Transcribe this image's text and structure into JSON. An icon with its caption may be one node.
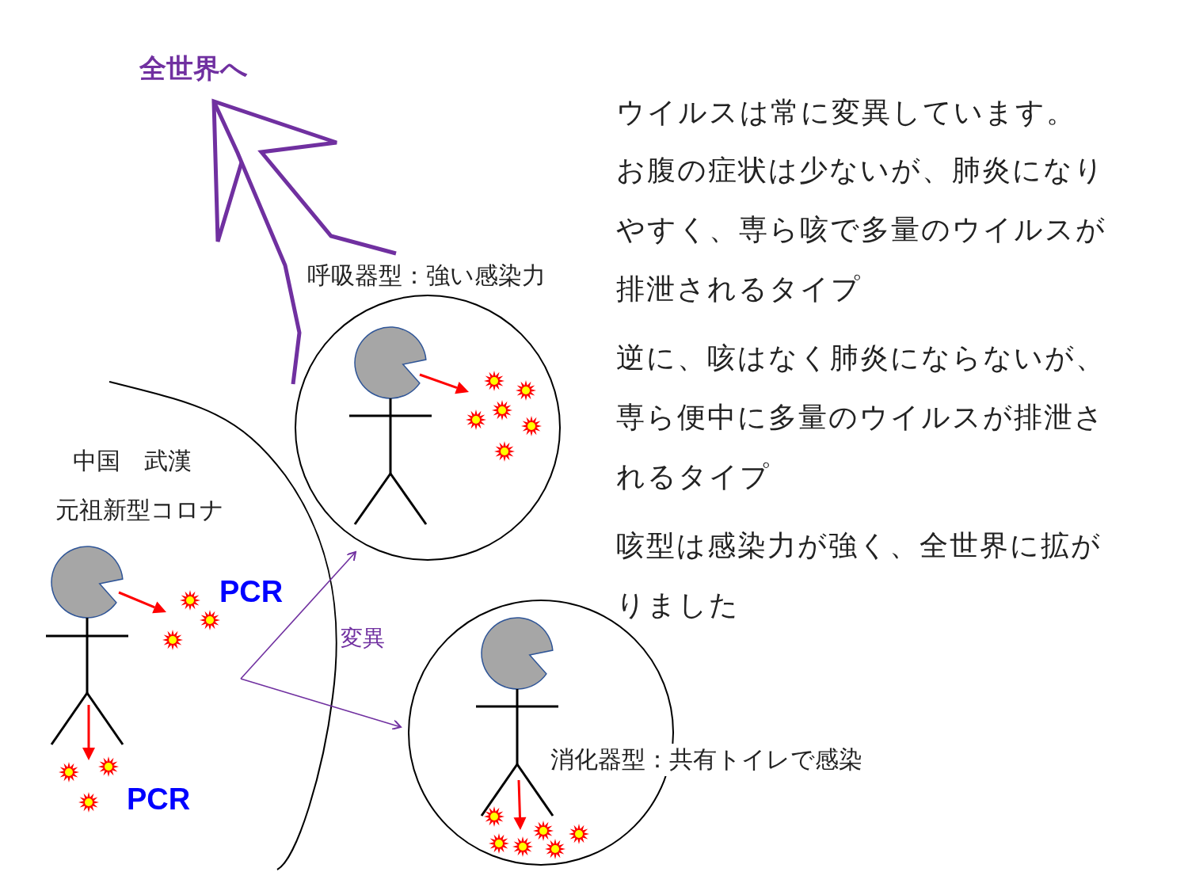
{
  "diagram": {
    "nodes": [
      {
        "text": [
          "全世界へ"
        ]
      },
      {
        "text": [
          "呼吸器型：強い感染力"
        ]
      },
      {
        "text": [],
        "shape": "person"
      },
      {
        "text": [
          "消化器型：共有トイレで感染"
        ]
      }
    ],
    "edges": [
      {
        "from": 1,
        "to": 0,
        "arrow": "to",
        "style": "thick"
      },
      {
        "from": 2,
        "to": 1,
        "arrow": "to",
        "label": "変異"
      },
      {
        "from": 2,
        "to": 3,
        "arrow": "to"
      }
    ],
    "labels": [
      "ウイルスは常に変異しています。",
      "お腹の症状は少ないが、肺炎になりやすく、専ら咳で多量のウイルスが排泄されるタイプ",
      "逆に、咳はなく肺炎にならないが、専ら便中に多量のウイルスが排泄されるタイプ",
      "咳型は感染力が強く、全世界に拡がりました",
      "中国　武漢",
      "元祖新型コロナ",
      "PCR",
      "PCR"
    ]
  }
}
